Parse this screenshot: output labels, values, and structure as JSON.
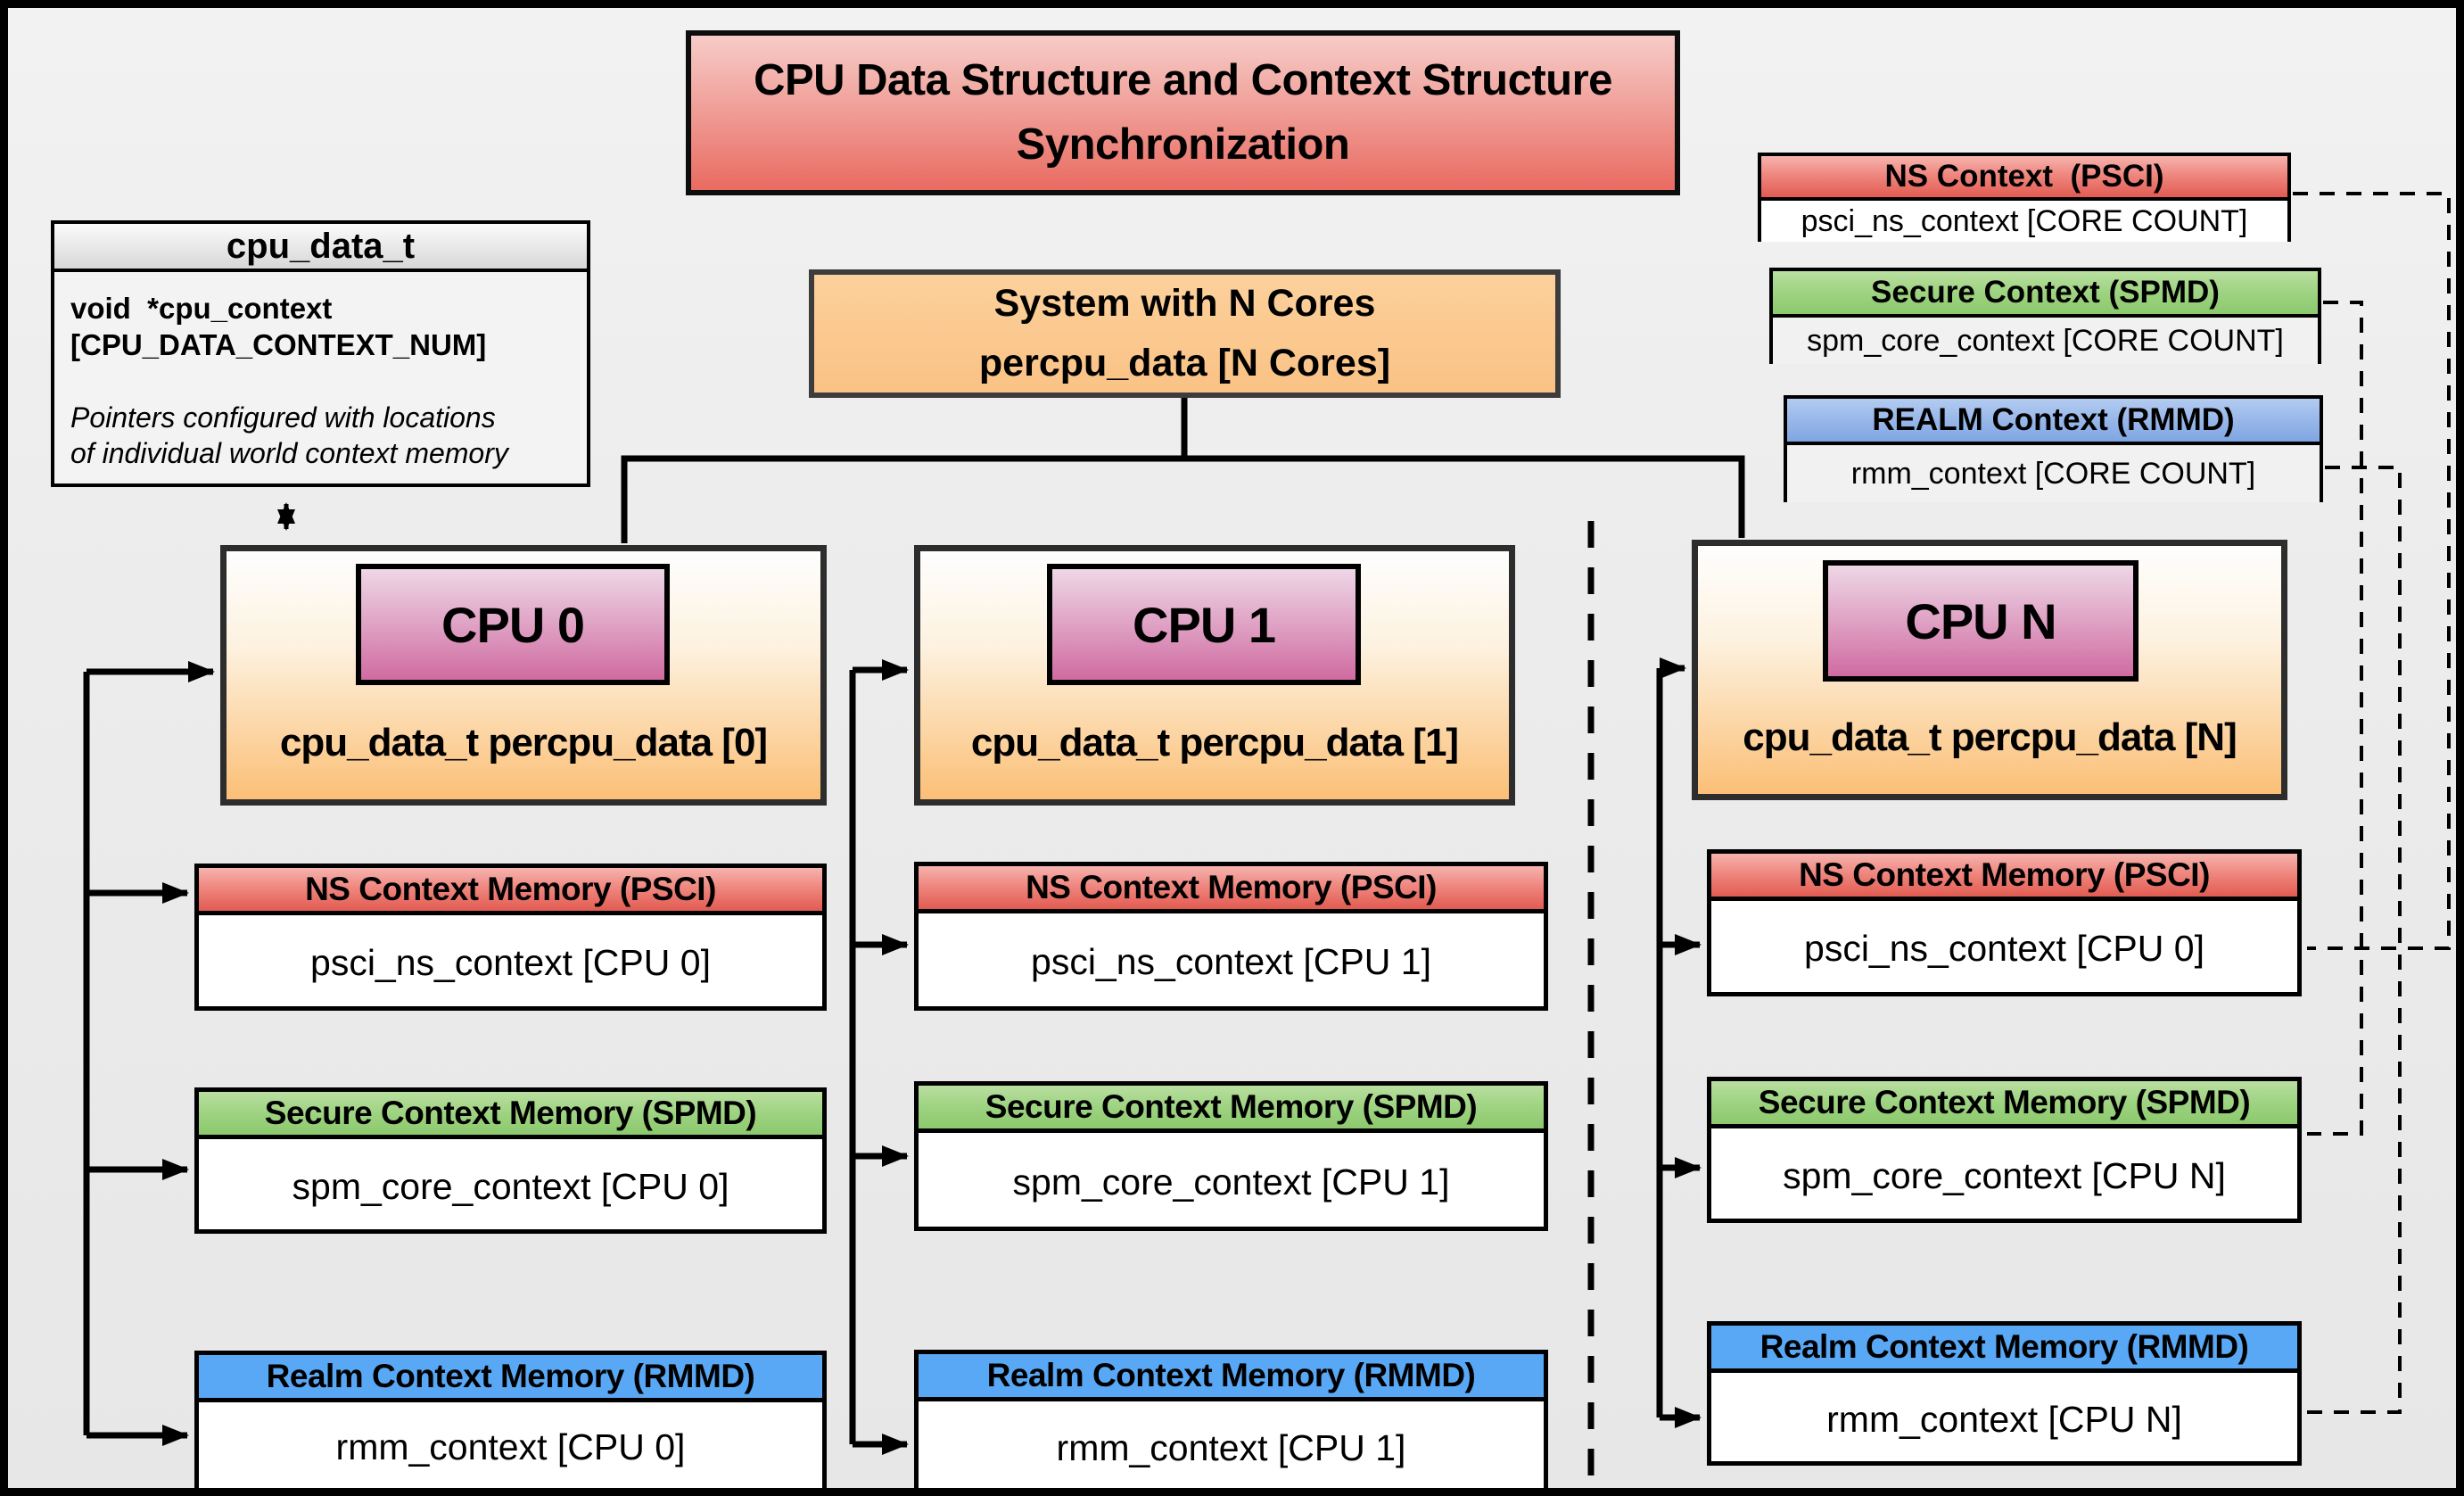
{
  "title": {
    "line1": "CPU Data Structure and Context Structure",
    "line2": "Synchronization"
  },
  "cpu_data_t": {
    "header": "cpu_data_t",
    "field_line1": "void  *cpu_context",
    "field_line2": "[CPU_DATA_CONTEXT_NUM]",
    "note_line1": "Pointers configured with locations",
    "note_line2": "of individual world context memory"
  },
  "system_box": {
    "line1": "System with N Cores",
    "line2": "percpu_data [N Cores]"
  },
  "legend": [
    {
      "header": "NS Context  (PSCI)",
      "body": "psci_ns_context [CORE COUNT]"
    },
    {
      "header": "Secure Context (SPMD)",
      "body": "spm_core_context [CORE COUNT]"
    },
    {
      "header": "REALM Context (RMMD)",
      "body": "rmm_context [CORE COUNT]"
    }
  ],
  "cpus": [
    {
      "label": "CPU 0",
      "data_line": "cpu_data_t percpu_data [0]",
      "ns_header": "NS Context Memory (PSCI)",
      "ns_body": "psci_ns_context [CPU 0]",
      "secure_header": "Secure Context Memory (SPMD)",
      "secure_body": "spm_core_context [CPU 0]",
      "realm_header": "Realm Context Memory (RMMD)",
      "realm_body": "rmm_context [CPU 0]"
    },
    {
      "label": "CPU 1",
      "data_line": "cpu_data_t percpu_data [1]",
      "ns_header": "NS Context Memory (PSCI)",
      "ns_body": "psci_ns_context [CPU 1]",
      "secure_header": "Secure Context Memory (SPMD)",
      "secure_body": "spm_core_context [CPU 1]",
      "realm_header": "Realm Context Memory (RMMD)",
      "realm_body": "rmm_context [CPU 1]"
    },
    {
      "label": "CPU N",
      "data_line": "cpu_data_t percpu_data [N]",
      "ns_header": "NS Context Memory (PSCI)",
      "ns_body": "psci_ns_context [CPU 0]",
      "secure_header": "Secure Context Memory (SPMD)",
      "secure_body": "spm_core_context [CPU N]",
      "realm_header": "Realm Context Memory (RMMD)",
      "realm_body": "rmm_context [CPU N]"
    }
  ],
  "colors": {
    "ns_red": "#e7645a",
    "secure_green": "#97ce78",
    "realm_blue": "#58a8f6",
    "system_orange": "#fbc98d",
    "cpu_chip_pink": "#d06ba1",
    "title_red": "#ea6b61",
    "line_black": "#000000"
  }
}
